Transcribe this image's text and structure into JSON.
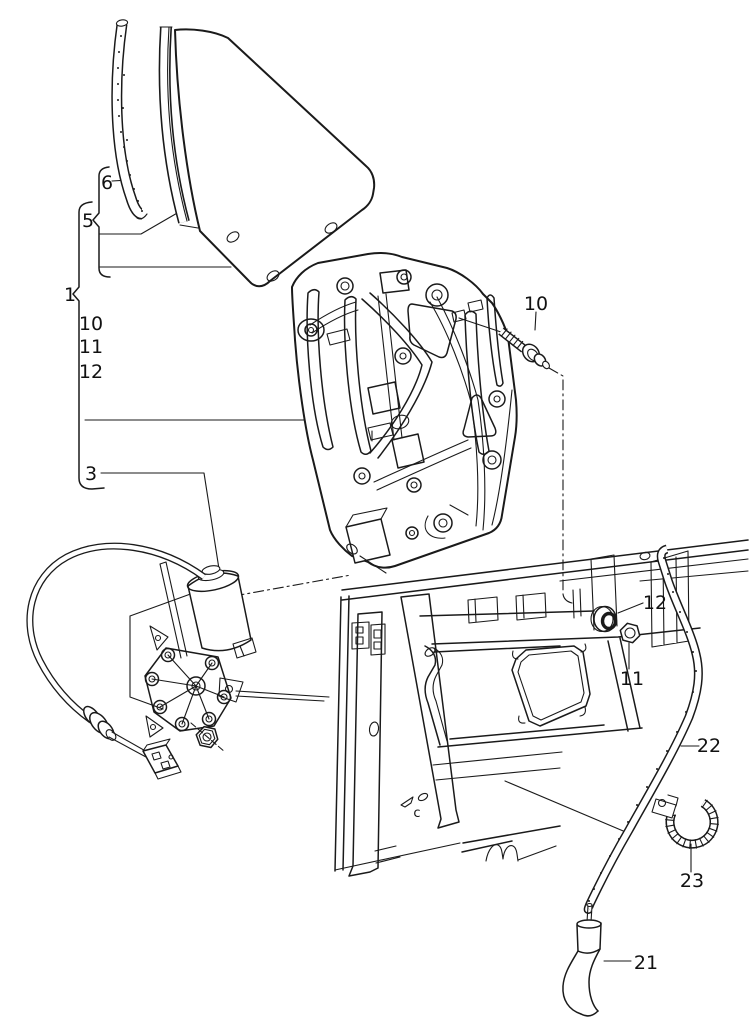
{
  "diagram": {
    "background": "#ffffff",
    "ink": "#1a1a1a",
    "type": "exploded-parts-line-drawing",
    "labels": {
      "n6": "6",
      "n5": "5",
      "n1": "1",
      "n10a": "10",
      "n11a": "11",
      "n12a": "12",
      "n3": "3",
      "n10b": "10",
      "n12b": "12",
      "n11b": "11",
      "n22": "22",
      "n23": "23",
      "n21": "21",
      "c_mark": "c"
    },
    "callout_numbers": [
      "1",
      "3",
      "5",
      "6",
      "10",
      "11",
      "12",
      "21",
      "22",
      "23"
    ]
  }
}
